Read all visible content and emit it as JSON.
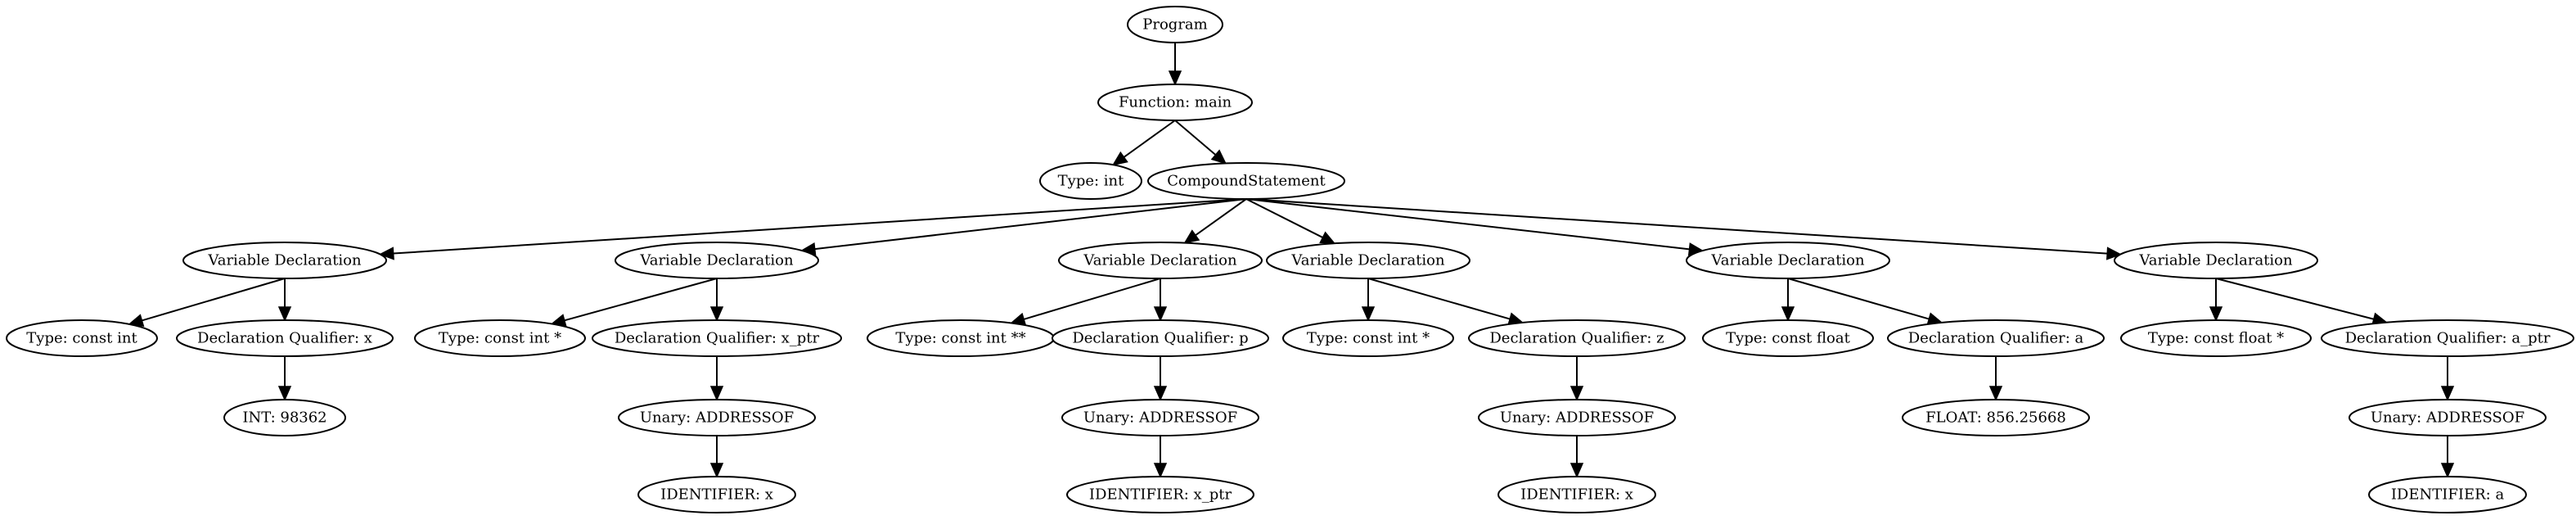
{
  "tree": {
    "nodes": [
      {
        "id": "program",
        "label": "Program"
      },
      {
        "id": "func_main",
        "label": "Function: main"
      },
      {
        "id": "type_int",
        "label": "Type: int"
      },
      {
        "id": "compound",
        "label": "CompoundStatement"
      },
      {
        "id": "vd1",
        "label": "Variable Declaration"
      },
      {
        "id": "vd1_type",
        "label": "Type: const int"
      },
      {
        "id": "vd1_qual",
        "label": "Declaration Qualifier: x"
      },
      {
        "id": "vd1_int",
        "label": "INT: 98362"
      },
      {
        "id": "vd2",
        "label": "Variable Declaration"
      },
      {
        "id": "vd2_type",
        "label": "Type: const int *"
      },
      {
        "id": "vd2_qual",
        "label": "Declaration Qualifier: x_ptr"
      },
      {
        "id": "vd2_unary",
        "label": "Unary: ADDRESSOF"
      },
      {
        "id": "vd2_ident",
        "label": "IDENTIFIER: x"
      },
      {
        "id": "vd3",
        "label": "Variable Declaration"
      },
      {
        "id": "vd3_type",
        "label": "Type: const int **"
      },
      {
        "id": "vd3_qual",
        "label": "Declaration Qualifier: p"
      },
      {
        "id": "vd3_unary",
        "label": "Unary: ADDRESSOF"
      },
      {
        "id": "vd3_ident",
        "label": "IDENTIFIER: x_ptr"
      },
      {
        "id": "vd4",
        "label": "Variable Declaration"
      },
      {
        "id": "vd4_type",
        "label": "Type: const int *"
      },
      {
        "id": "vd4_qual",
        "label": "Declaration Qualifier: z"
      },
      {
        "id": "vd4_unary",
        "label": "Unary: ADDRESSOF"
      },
      {
        "id": "vd4_ident",
        "label": "IDENTIFIER: x"
      },
      {
        "id": "vd5",
        "label": "Variable Declaration"
      },
      {
        "id": "vd5_type",
        "label": "Type: const float"
      },
      {
        "id": "vd5_qual",
        "label": "Declaration Qualifier: a"
      },
      {
        "id": "vd5_float",
        "label": "FLOAT: 856.25668"
      },
      {
        "id": "vd6",
        "label": "Variable Declaration"
      },
      {
        "id": "vd6_type",
        "label": "Type: const float *"
      },
      {
        "id": "vd6_qual",
        "label": "Declaration Qualifier: a_ptr"
      },
      {
        "id": "vd6_unary",
        "label": "Unary: ADDRESSOF"
      },
      {
        "id": "vd6_ident",
        "label": "IDENTIFIER: a"
      }
    ],
    "edges": [
      [
        "program",
        "func_main"
      ],
      [
        "func_main",
        "type_int"
      ],
      [
        "func_main",
        "compound"
      ],
      [
        "compound",
        "vd1"
      ],
      [
        "compound",
        "vd2"
      ],
      [
        "compound",
        "vd3"
      ],
      [
        "compound",
        "vd4"
      ],
      [
        "compound",
        "vd5"
      ],
      [
        "compound",
        "vd6"
      ],
      [
        "vd1",
        "vd1_type"
      ],
      [
        "vd1",
        "vd1_qual"
      ],
      [
        "vd1_qual",
        "vd1_int"
      ],
      [
        "vd2",
        "vd2_type"
      ],
      [
        "vd2",
        "vd2_qual"
      ],
      [
        "vd2_qual",
        "vd2_unary"
      ],
      [
        "vd2_unary",
        "vd2_ident"
      ],
      [
        "vd3",
        "vd3_type"
      ],
      [
        "vd3",
        "vd3_qual"
      ],
      [
        "vd3_qual",
        "vd3_unary"
      ],
      [
        "vd3_unary",
        "vd3_ident"
      ],
      [
        "vd4",
        "vd4_type"
      ],
      [
        "vd4",
        "vd4_qual"
      ],
      [
        "vd4_qual",
        "vd4_unary"
      ],
      [
        "vd4_unary",
        "vd4_ident"
      ],
      [
        "vd5",
        "vd5_type"
      ],
      [
        "vd5",
        "vd5_qual"
      ],
      [
        "vd5_qual",
        "vd5_float"
      ],
      [
        "vd6",
        "vd6_type"
      ],
      [
        "vd6",
        "vd6_qual"
      ],
      [
        "vd6_qual",
        "vd6_unary"
      ],
      [
        "vd6_unary",
        "vd6_ident"
      ]
    ]
  }
}
